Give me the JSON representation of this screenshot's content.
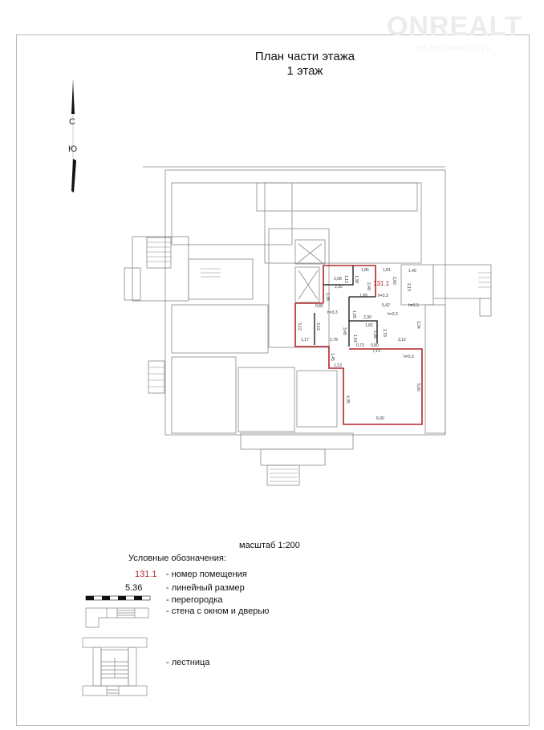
{
  "watermark": {
    "brand": "ONREALT",
    "sub": "НЕДВИЖИМОСТЬ"
  },
  "title": {
    "line1": "План части  этажа",
    "line2": "1 этаж"
  },
  "compass": {
    "north": "С",
    "south": "Ю"
  },
  "plan": {
    "room_number": "131.1",
    "dimensions": [
      "1,85",
      "1,12",
      "1,38",
      "2,08",
      "2,30",
      "2,48",
      "1,81",
      "2,60",
      "1,49",
      "2,13",
      "1,38",
      "1,89",
      "h=3.3",
      "0,82",
      "5,42",
      "h=3.3",
      "h=3.3",
      "1,55",
      "2,30",
      "h=3.3",
      "3,34",
      "3,12",
      "3,12",
      "3,45",
      "1,82",
      "1,88",
      "1,79",
      "1,54",
      "1,17",
      "2,78",
      "0,73",
      "0,80",
      "3,12",
      "7,13",
      "h=3.3",
      "1,45",
      "1,13",
      "5,60",
      "4,35",
      "6,00"
    ],
    "highlight_color": "#b0262b"
  },
  "scale": "масштаб 1:200",
  "legend": {
    "heading": "Условные обозначения:",
    "room_sample": "131.1",
    "room_desc": "- номер помещения",
    "dim_sample": "5.36",
    "dim_desc": "- линейный размер",
    "partition_desc": "- перегородка",
    "wall_desc": "- стена с окном и дверью",
    "stair_desc": "- лестница"
  }
}
